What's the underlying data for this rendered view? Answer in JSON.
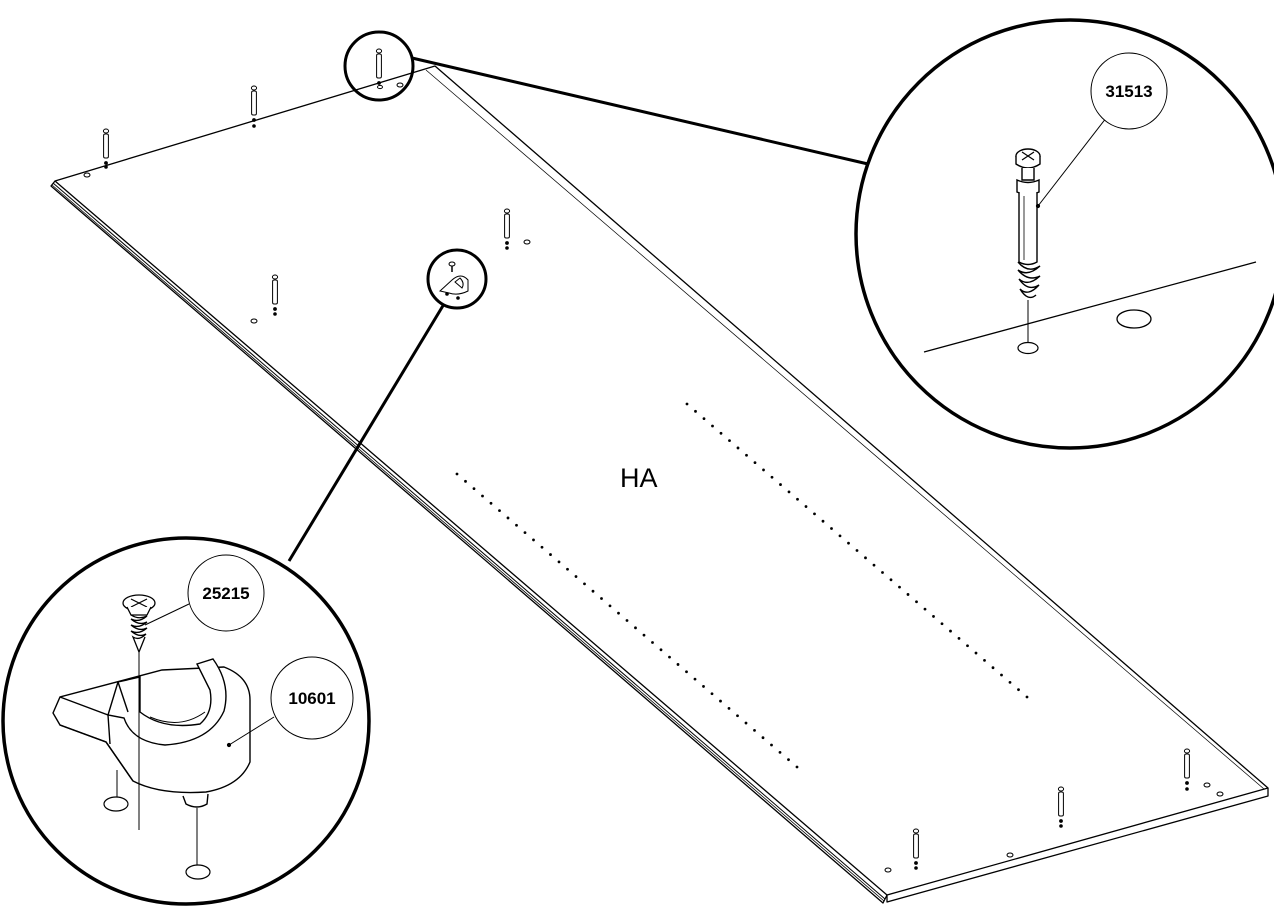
{
  "diagram": {
    "panel_label": "HA",
    "parts": [
      {
        "id": "cam-dowel",
        "code": "31513"
      },
      {
        "id": "screw",
        "code": "25215"
      },
      {
        "id": "bracket",
        "code": "10601"
      }
    ]
  },
  "colors": {
    "stroke": "#000000",
    "background": "#ffffff"
  }
}
